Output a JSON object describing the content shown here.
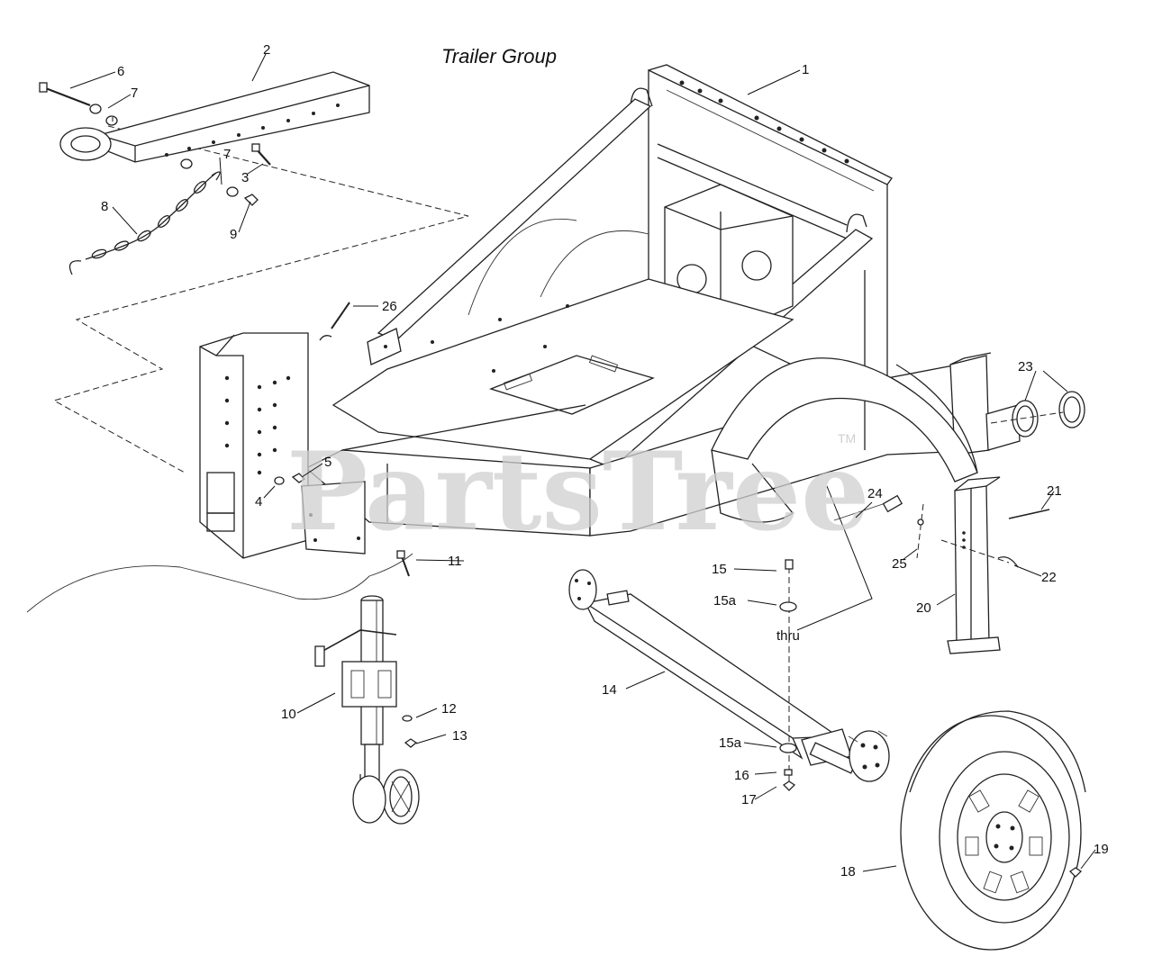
{
  "title": "Trailer Group",
  "watermark": "PartsTree",
  "watermark_mark": "TM",
  "callouts": {
    "c1": "1",
    "c2": "2",
    "c3": "3",
    "c4": "4",
    "c5": "5",
    "c6": "6",
    "c7a": "7",
    "c7b": "7",
    "c8": "8",
    "c9": "9",
    "c10": "10",
    "c11": "11",
    "c12": "12",
    "c13": "13",
    "c14": "14",
    "c15": "15",
    "c15a_top": "15a",
    "c15a_bot": "15a",
    "c16": "16",
    "c17": "17",
    "c18": "18",
    "c19": "19",
    "c20": "20",
    "c21": "21",
    "c22": "22",
    "c23": "23",
    "c24": "24",
    "c25": "25",
    "c26": "26",
    "thru": "thru"
  }
}
